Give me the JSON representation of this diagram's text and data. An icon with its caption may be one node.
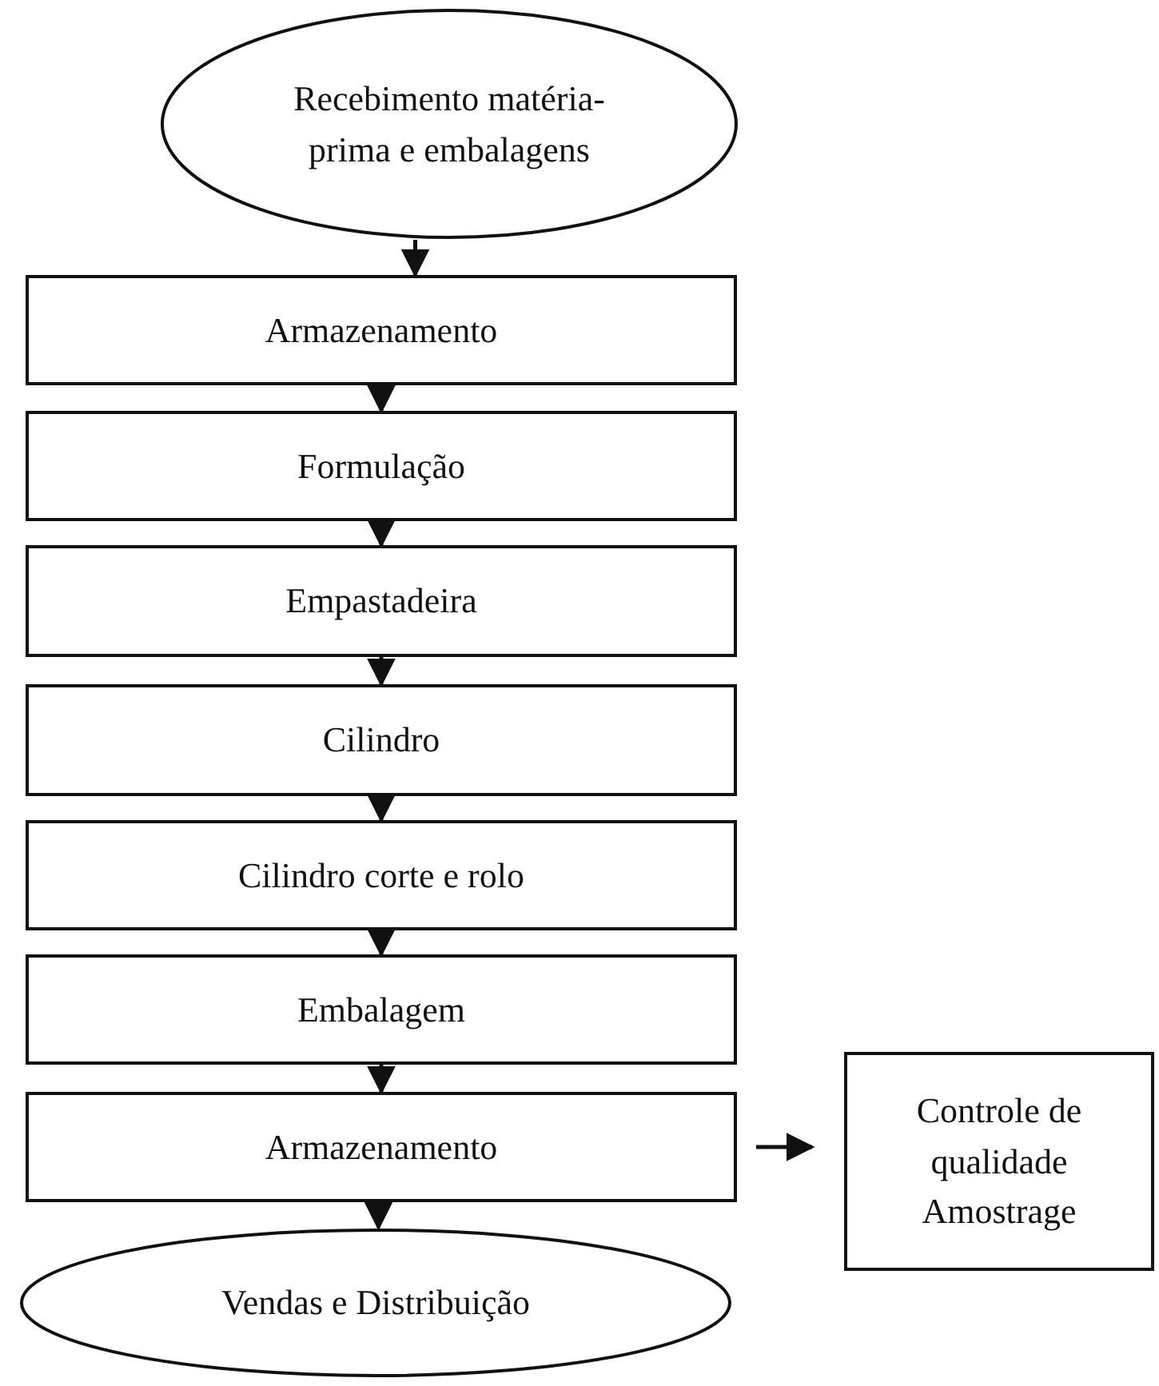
{
  "diagram": {
    "nodes": [
      {
        "text": [
          "Recebimento matéria-prima e embalagens"
        ]
      },
      {
        "text": [
          "Armazenamento"
        ]
      },
      {
        "text": [
          "Formulação"
        ]
      },
      {
        "text": [
          "Empastadeira"
        ]
      },
      {
        "text": [
          "Cilindro"
        ]
      },
      {
        "text": [
          "Cilindro corte e rolo"
        ]
      },
      {
        "text": [
          "Embalagem"
        ]
      },
      {
        "text": [
          "Armazenamento"
        ]
      },
      {
        "text": [
          "Vendas e Distribuição"
        ]
      },
      {
        "text": [
          "Controle de qualidade Amostrage"
        ]
      }
    ],
    "edges": [
      {
        "from": 0,
        "to": 1,
        "arrow": "to"
      },
      {
        "from": 1,
        "to": 2,
        "arrow": "to"
      },
      {
        "from": 2,
        "to": 3,
        "arrow": "to"
      },
      {
        "from": 3,
        "to": 4,
        "arrow": "to"
      },
      {
        "from": 4,
        "to": 5,
        "arrow": "to"
      },
      {
        "from": 5,
        "to": 6,
        "arrow": "to"
      },
      {
        "from": 6,
        "to": 7,
        "arrow": "to"
      },
      {
        "from": 7,
        "to": 8,
        "arrow": "to"
      },
      {
        "from": 7,
        "to": 9,
        "arrow": "to"
      }
    ]
  }
}
